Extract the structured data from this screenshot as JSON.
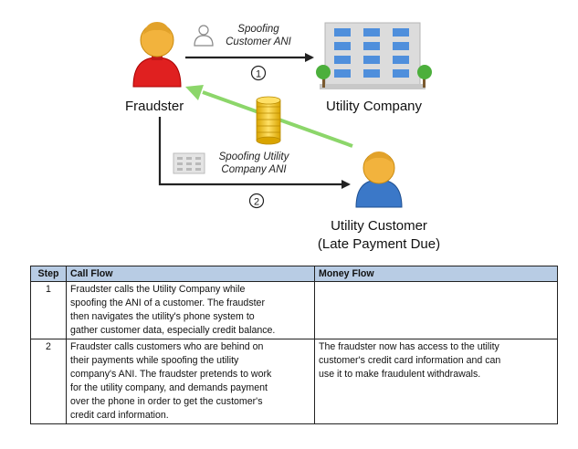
{
  "diagram": {
    "fraudster_label": "Fraudster",
    "utility_company_label": "Utility Company",
    "spoof_customer_line1": "Spoofing",
    "spoof_customer_line2": "Customer ANI",
    "spoof_utility_line1": "Spoofing Utility",
    "spoof_utility_line2": "Company ANI",
    "customer_line1": "Utility Customer",
    "customer_line2": "(Late Payment Due)",
    "step_marker_1": "1",
    "step_marker_2": "2",
    "colors": {
      "fraudster": "#e02020",
      "customer": "#3b78c8",
      "skin": "#f2b33d",
      "arrow_dark": "#222222",
      "arrow_green": "#8cd66a",
      "coins": "#f0c419",
      "building_blue": "#4f8fdc",
      "building_gray": "#dcdcdc",
      "tree": "#4caf3c"
    },
    "icons": [
      "person-icon",
      "building-icon",
      "coin-stack-icon",
      "tree-icon"
    ]
  },
  "table": {
    "headers": {
      "step": "Step",
      "call_flow": "Call Flow",
      "money_flow": "Money Flow"
    },
    "header_color": "#b8cce4",
    "rows": [
      {
        "step": "1",
        "call_flow": [
          "Fraudster calls the Utility Company while",
          "spoofing the ANI of a customer.  The fraudster",
          "then navigates the utility's phone system to",
          "gather customer data, especially credit balance."
        ],
        "money_flow": []
      },
      {
        "step": "2",
        "call_flow": [
          "Fraudster calls customers who are behind on",
          "their payments while spoofing the utility",
          "company's ANI.  The fraudster pretends to work",
          "for the utility company, and demands payment",
          "over the phone in order to get the customer's",
          "credit card information."
        ],
        "money_flow": [
          "The fraudster now has access to the utility",
          "customer's credit card information and can",
          "use it to make fraudulent withdrawals."
        ]
      }
    ]
  }
}
